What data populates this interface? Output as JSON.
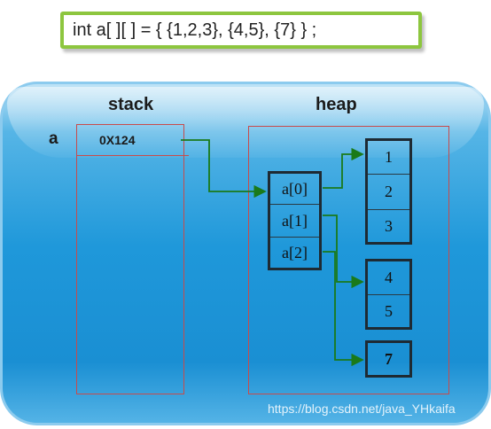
{
  "code": "int  a[ ][ ] = { {1,2,3}, {4,5}, {7} } ;",
  "stack": {
    "title": "stack",
    "variable": "a",
    "value": "0X124"
  },
  "heap": {
    "title": "heap",
    "outer": [
      "a[0]",
      "a[1]",
      "a[2]"
    ],
    "rows": [
      [
        "1",
        "2",
        "3"
      ],
      [
        "4",
        "5"
      ],
      [
        "7"
      ]
    ]
  },
  "watermark": "https://blog.csdn.net/java_YHkaifa",
  "colors": {
    "code_border": "#8dc63f",
    "panel": "#1f98da",
    "frame": "#c84b4b",
    "arrow": "#1a7a1a"
  }
}
